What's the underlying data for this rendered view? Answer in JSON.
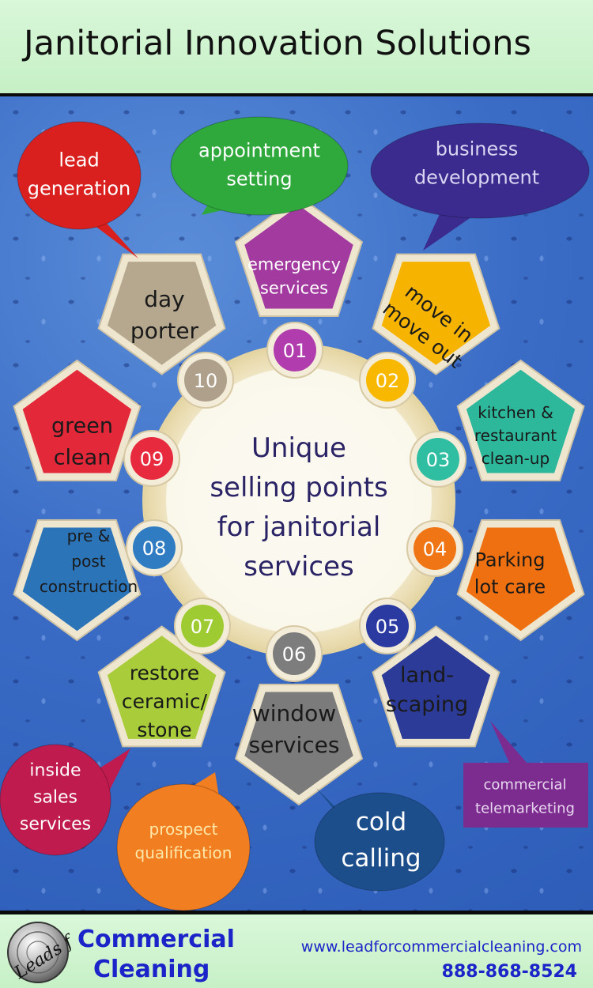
{
  "header": {
    "title": "Janitorial Innovation Solutions"
  },
  "center": {
    "lines": [
      "Unique",
      "selling points",
      "for janitorial",
      "services"
    ]
  },
  "services": [
    {
      "num": "01",
      "lines": [
        "emergency",
        "services"
      ],
      "color": "#a23aa0",
      "num_color": "#b03cae"
    },
    {
      "num": "02",
      "lines": [
        "move in",
        "move out"
      ],
      "color": "#f6b400",
      "num_color": "#f8b800"
    },
    {
      "num": "03",
      "lines": [
        "kitchen &",
        "restaurant",
        "clean-up"
      ],
      "color": "#2db89c",
      "num_color": "#2fbea2"
    },
    {
      "num": "04",
      "lines": [
        "Parking",
        "lot care"
      ],
      "color": "#ee7010",
      "num_color": "#f07514"
    },
    {
      "num": "05",
      "lines": [
        "land-",
        "scaping"
      ],
      "color": "#2c3a98",
      "num_color": "#2a3aa0"
    },
    {
      "num": "06",
      "lines": [
        "window",
        "services"
      ],
      "color": "#7b7b7b",
      "num_color": "#7d7d7d"
    },
    {
      "num": "07",
      "lines": [
        "restore",
        "ceramic/",
        "stone"
      ],
      "color": "#a8cc3a",
      "num_color": "#9fcb32"
    },
    {
      "num": "08",
      "lines": [
        "pre &",
        "post",
        "construction"
      ],
      "color": "#2c74b8",
      "num_color": "#2f7cc2"
    },
    {
      "num": "09",
      "lines": [
        "green",
        "clean"
      ],
      "color": "#e3283a",
      "num_color": "#e72a3e"
    },
    {
      "num": "10",
      "lines": [
        "day",
        "porter"
      ],
      "color": "#b5a88f",
      "num_color": "#aea08a"
    }
  ],
  "bubbles": [
    {
      "lines": [
        "lead",
        "generation"
      ],
      "color": "#d9201f"
    },
    {
      "lines": [
        "appointment",
        "setting"
      ],
      "color": "#2fa83c"
    },
    {
      "lines": [
        "business",
        "development"
      ],
      "color": "#3b2b8e"
    },
    {
      "lines": [
        "inside",
        "sales",
        "services"
      ],
      "color": "#c01b4e"
    },
    {
      "lines": [
        "prospect",
        "qualification"
      ],
      "color": "#f27e22"
    },
    {
      "lines": [
        "cold",
        "calling"
      ],
      "color": "#1d4e8c"
    },
    {
      "lines": [
        "commercial",
        "telemarketing"
      ],
      "color": "#7c2c8e"
    }
  ],
  "footer": {
    "logo_text": "Leads for",
    "brand_line1": "Commercial",
    "brand_line2": "Cleaning",
    "website": "www.leadforcommercialcleaning.com",
    "phone": "888-868-8524"
  }
}
